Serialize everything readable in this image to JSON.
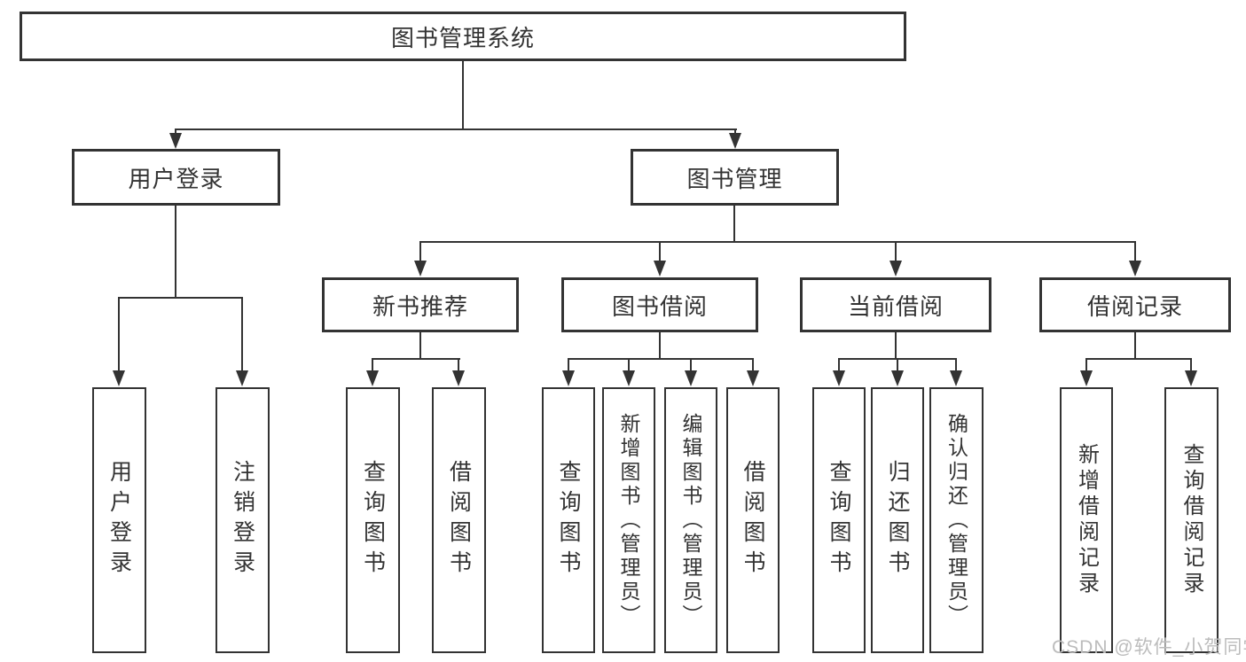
{
  "diagram": {
    "root": {
      "label": "图书管理系统"
    },
    "branches": [
      {
        "label": "用户登录",
        "children": [
          {
            "label": "用户登录"
          },
          {
            "label": "注销登录"
          }
        ]
      },
      {
        "label": "图书管理",
        "children": [
          {
            "label": "新书推荐",
            "children": [
              {
                "label": "查询图书"
              },
              {
                "label": "借阅图书"
              }
            ]
          },
          {
            "label": "图书借阅",
            "children": [
              {
                "label": "查询图书"
              },
              {
                "label": "新增图书（管理员）"
              },
              {
                "label": "编辑图书（管理员）"
              },
              {
                "label": "借阅图书"
              }
            ]
          },
          {
            "label": "当前借阅",
            "children": [
              {
                "label": "查询图书"
              },
              {
                "label": "归还图书"
              },
              {
                "label": "确认归还（管理员）"
              }
            ]
          },
          {
            "label": "借阅记录",
            "children": [
              {
                "label": "新增借阅记录"
              },
              {
                "label": "查询借阅记录"
              }
            ]
          }
        ]
      }
    ]
  },
  "watermark": {
    "text": "CSDN @软件_小贺同学"
  },
  "colors": {
    "line": "#333333",
    "text": "#333333",
    "background": "#ffffff",
    "watermark": "#bcbcbc"
  }
}
